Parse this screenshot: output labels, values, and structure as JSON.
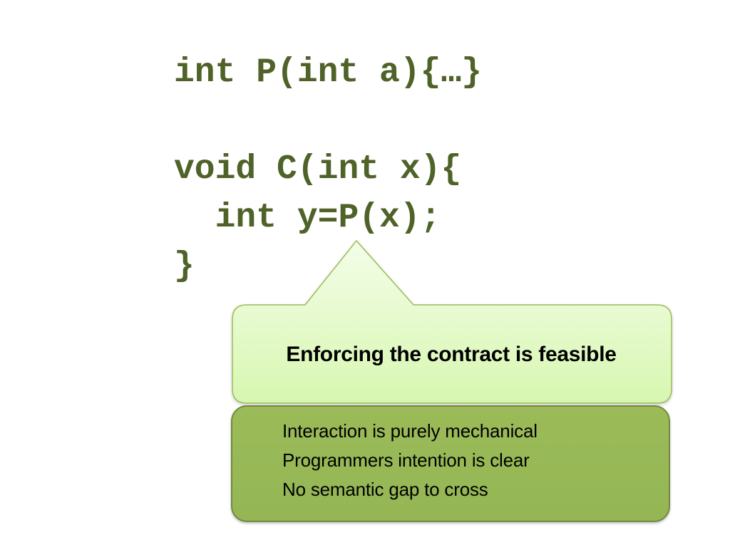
{
  "code": {
    "lines": [
      "int P(int a){…}",
      "",
      "void C(int x){",
      "  int y=P(x);",
      "}"
    ]
  },
  "callout": {
    "text": "Enforcing the contract is feasible"
  },
  "notes": {
    "items": [
      "Interaction is purely mechanical",
      "Programmers intention is clear",
      "No semantic gap to cross"
    ]
  },
  "colors": {
    "code_text": "#4f6228",
    "callout_fill_top": "#f4fde9",
    "callout_fill_bottom": "#d7f7b0",
    "callout_border": "#9bbb59",
    "notes_fill": "#9bbb59",
    "notes_border": "#71893f"
  }
}
